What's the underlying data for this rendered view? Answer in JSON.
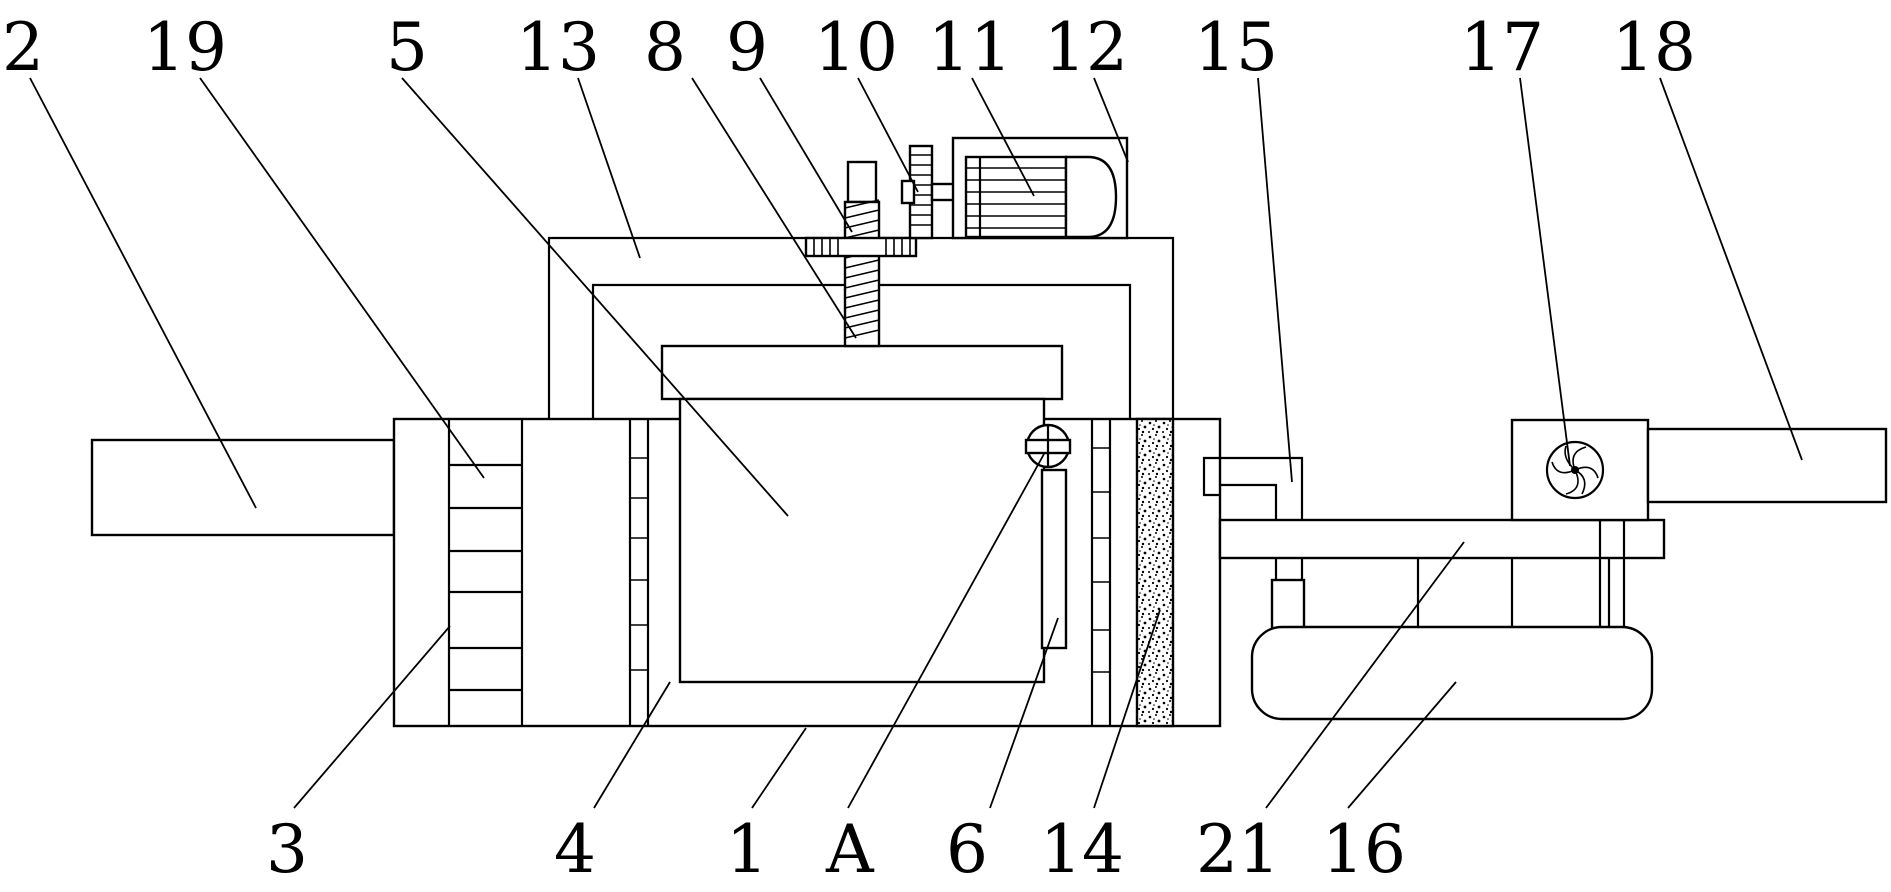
{
  "labels": {
    "top": [
      "2",
      "19",
      "5",
      "13",
      "8",
      "9",
      "10",
      "11",
      "12",
      "15",
      "17",
      "18"
    ],
    "bottom": [
      "3",
      "4",
      "1",
      "A",
      "6",
      "14",
      "21",
      "16"
    ]
  },
  "colors": {
    "line": "#000000",
    "background": "#ffffff"
  }
}
